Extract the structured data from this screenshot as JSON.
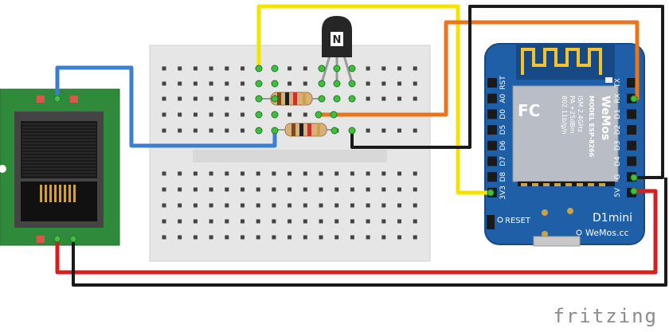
{
  "board": {
    "left_pins": [
      "RST",
      "A0",
      "D0",
      "D5",
      "D6",
      "D7",
      "D8",
      "3V3"
    ],
    "right_pins": [
      "TX",
      "RX",
      "D1",
      "D2",
      "D3",
      "D4",
      "G",
      "5V"
    ],
    "module_model": "MODEL ESP-8266",
    "module_spec1": "ISM 2.4GHz",
    "module_spec2": "PA +25dBm",
    "module_spec3": "802.11b/g/n",
    "reset_label": "RESET",
    "board_name": "D1mini",
    "board_brand": "WeMos.cc",
    "shield_logo": "WeMos",
    "fc_mark": "FC"
  },
  "transistor": {
    "marking": "N"
  },
  "watermark": "fritzing",
  "colors": {
    "wire_yellow": "#f5e400",
    "wire_orange": "#e8761e",
    "wire_blue": "#3b7fd1",
    "wire_red": "#d42020",
    "wire_black": "#1a1a1a",
    "breadboard": "#e8e8e8",
    "pcb_green": "#2f8a3b",
    "wemos_blue": "#1f5fa8"
  }
}
